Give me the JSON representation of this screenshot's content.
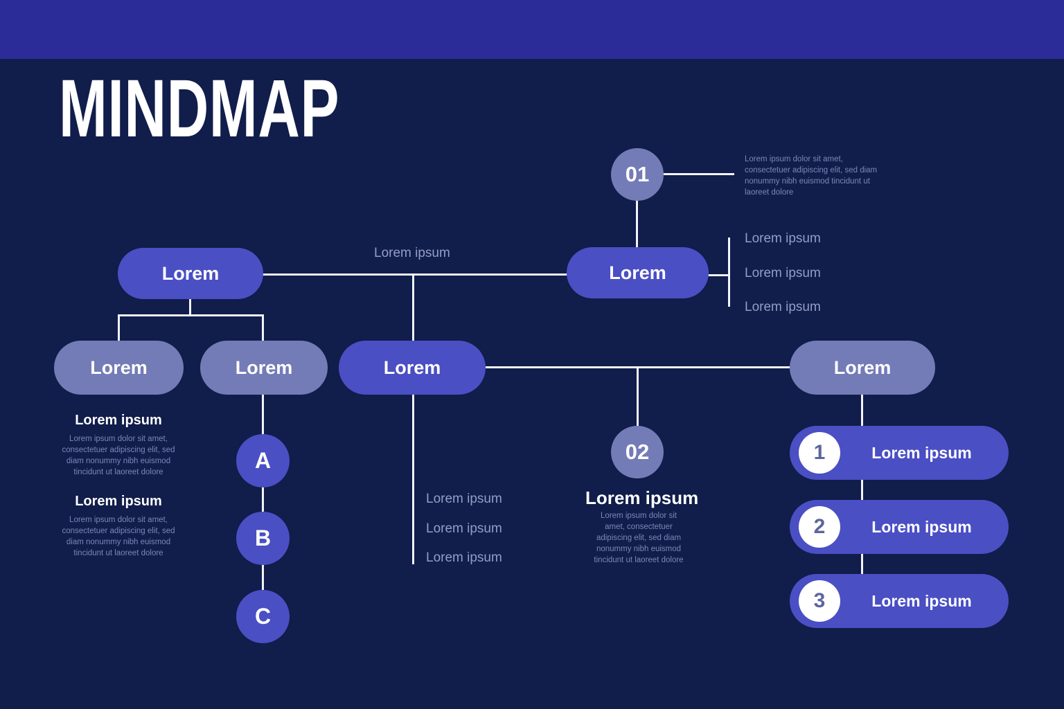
{
  "title": "MINDMAP",
  "colors": {
    "topbar": "#2c2c99",
    "background": "#111d4a",
    "accent_pill": "#4a4fc4",
    "muted_pill": "#747cb7",
    "connector": "#f2f4fa",
    "muted_text": "#949dc8",
    "body_text": "#7c87b8",
    "bar_number_text": "#5d659d"
  },
  "lorem_paragraph": "Lorem ipsum dolor sit amet, consectetuer adipiscing elit, sed diam nonummy nibh euismod tincidunt ut laoreet dolore",
  "nodes": {
    "root_left": {
      "label": "Lorem"
    },
    "root_right": {
      "label": "Lorem"
    },
    "child_left_1": {
      "label": "Lorem"
    },
    "child_left_2": {
      "label": "Lorem"
    },
    "center": {
      "label": "Lorem"
    },
    "right": {
      "label": "Lorem"
    }
  },
  "edge_label": "Lorem ipsum",
  "badge_01": {
    "number": "01",
    "description": "Lorem ipsum dolor sit amet, consectetuer adipiscing elit, sed diam nonummy nibh euismod tincidunt ut laoreet dolore"
  },
  "badge_02": {
    "number": "02",
    "heading": "Lorem ipsum",
    "description": "Lorem ipsum dolor sit amet, consectetuer adipiscing elit, sed diam nonummy nibh euismod tincidunt ut laoreet dolore"
  },
  "root_right_list": {
    "items": [
      "Lorem ipsum",
      "Lorem ipsum",
      "Lorem ipsum"
    ]
  },
  "center_list": {
    "items": [
      "Lorem ipsum",
      "Lorem ipsum",
      "Lorem ipsum"
    ]
  },
  "left_blocks": [
    {
      "heading": "Lorem ipsum",
      "body": "Lorem ipsum dolor sit amet, consectetuer adipiscing elit, sed diam nonummy nibh euismod tincidunt ut laoreet dolore"
    },
    {
      "heading": "Lorem ipsum",
      "body": "Lorem ipsum dolor sit amet, consectetuer adipiscing elit, sed diam nonummy nibh euismod tincidunt ut laoreet dolore"
    }
  ],
  "letter_chain": {
    "items": [
      "A",
      "B",
      "C"
    ]
  },
  "numbered_bars": {
    "items": [
      {
        "number": "1",
        "label": "Lorem ipsum"
      },
      {
        "number": "2",
        "label": "Lorem ipsum"
      },
      {
        "number": "3",
        "label": "Lorem ipsum"
      }
    ]
  }
}
